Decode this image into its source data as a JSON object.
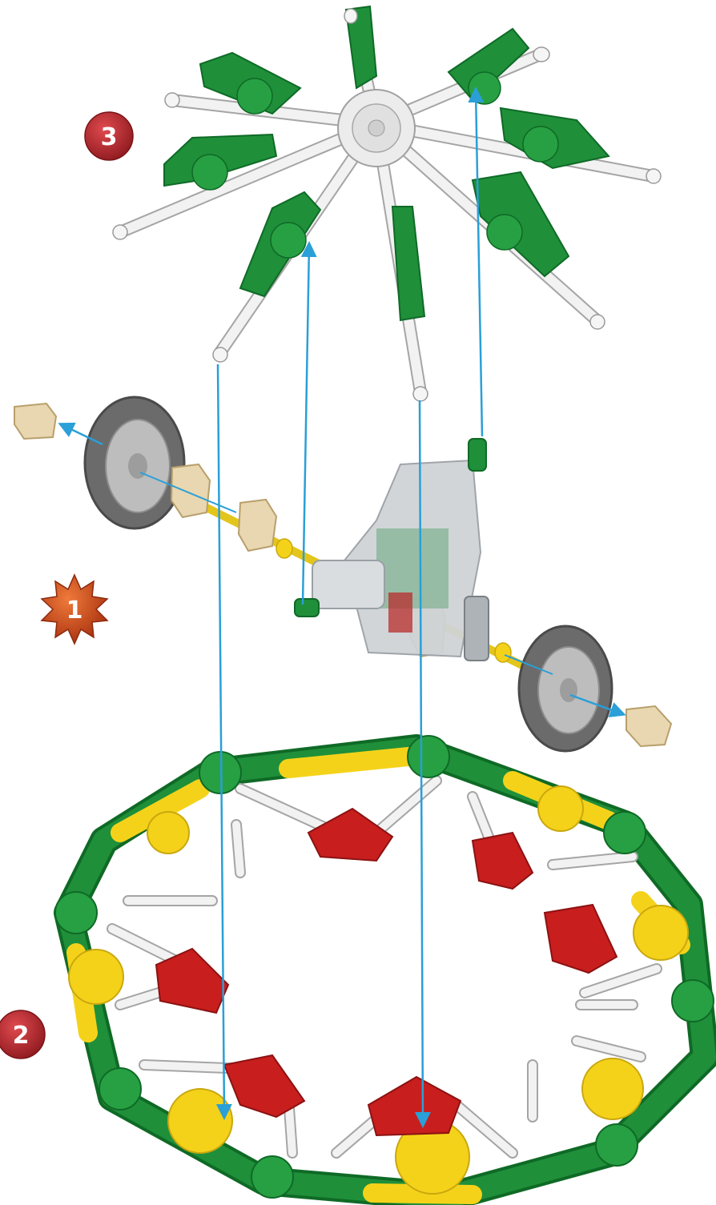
{
  "markers": {
    "step1": "1",
    "step2": "2",
    "step3": "3"
  },
  "colors": {
    "green": "#1f8f3a",
    "green_dark": "#0f6a26",
    "white_rod": "#eeeeee",
    "rod_outline": "#9a9a9a",
    "yellow": "#f5d21a",
    "red": "#c81e1e",
    "tan": "#e8d7b0",
    "tire": "#6b6b6b",
    "hub": "#bdbdbd",
    "gearbox": "#cfd3d6",
    "arrow": "#2a9fd8",
    "badge_round": "#b3282e",
    "badge_star": "#c8441c"
  },
  "icons": {
    "step1": "star-burst-badge-icon",
    "step2": "round-badge-icon",
    "step3": "round-badge-icon"
  }
}
